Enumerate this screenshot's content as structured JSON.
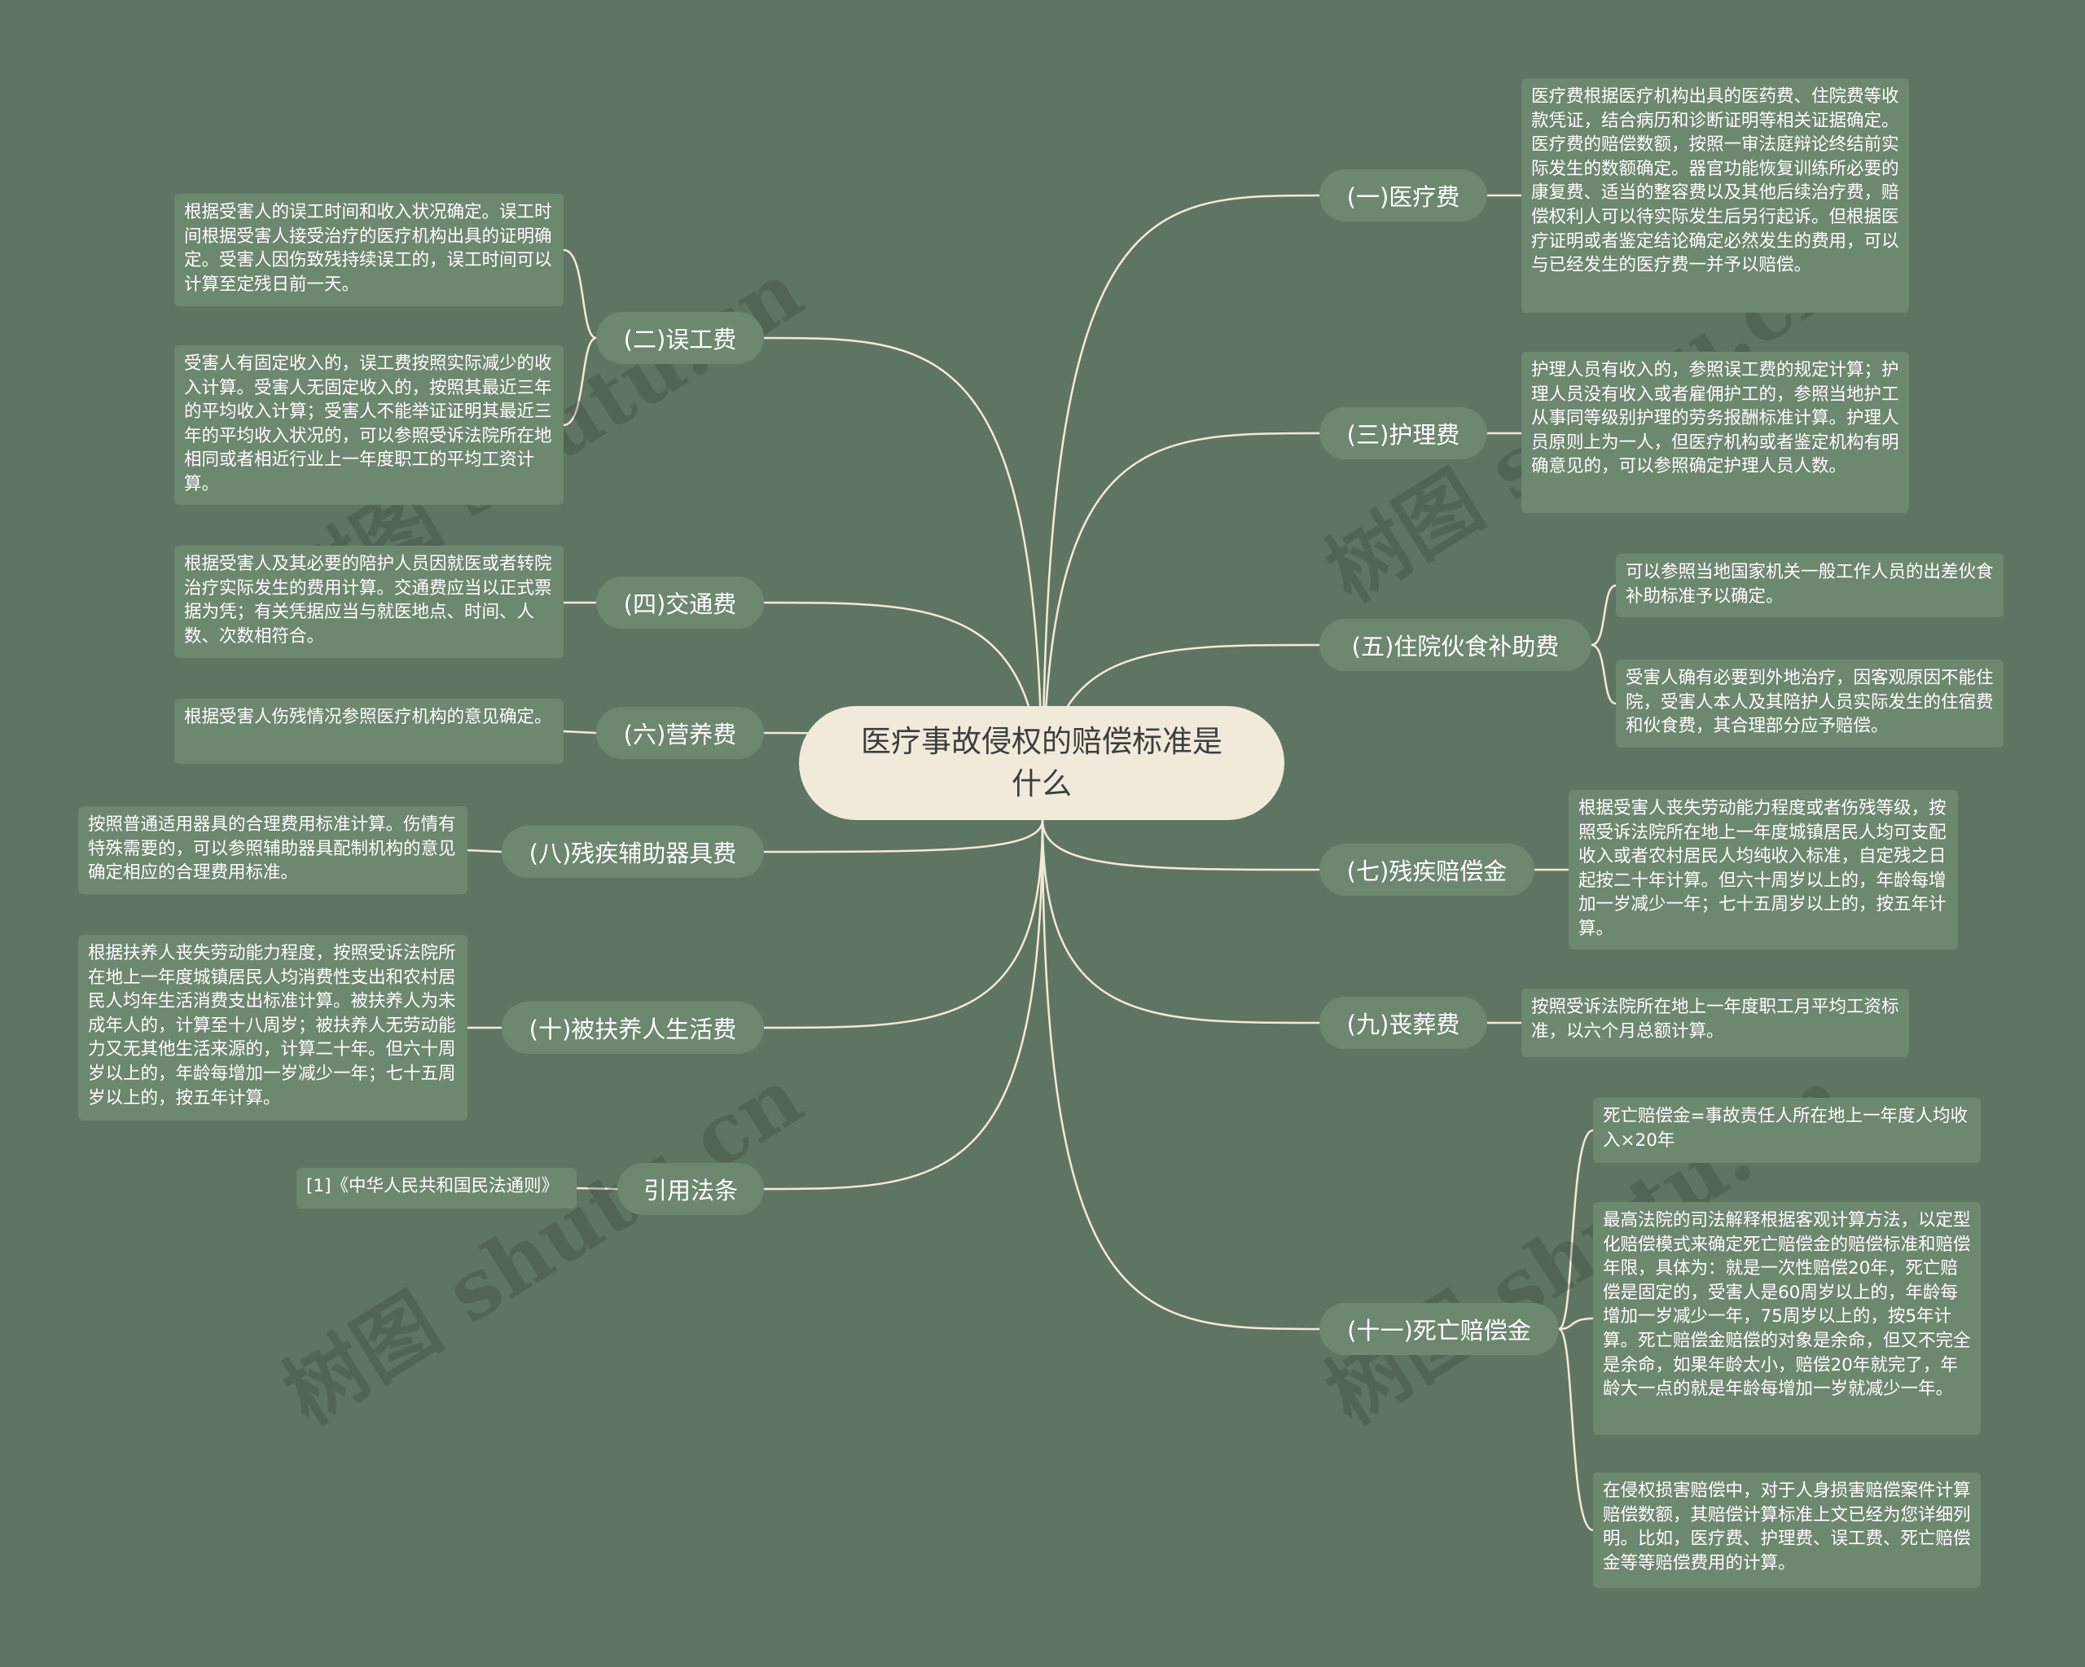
{
  "root": "医疗事故侵权的赔偿标准是什么",
  "branches": {
    "b1": {
      "label": "(一)医疗费",
      "leaves": [
        "医疗费根据医疗机构出具的医药费、住院费等收款凭证，结合病历和诊断证明等相关证据确定。医疗费的赔偿数额，按照一审法庭辩论终结前实际发生的数额确定。器官功能恢复训练所必要的康复费、适当的整容费以及其他后续治疗费，赔偿权利人可以待实际发生后另行起诉。但根据医疗证明或者鉴定结论确定必然发生的费用，可以与已经发生的医疗费一并予以赔偿。"
      ]
    },
    "b2": {
      "label": "(二)误工费",
      "leaves": [
        "根据受害人的误工时间和收入状况确定。误工时间根据受害人接受治疗的医疗机构出具的证明确定。受害人因伤致残持续误工的，误工时间可以计算至定残日前一天。",
        "受害人有固定收入的，误工费按照实际减少的收入计算。受害人无固定收入的，按照其最近三年的平均收入计算；受害人不能举证证明其最近三年的平均收入状况的，可以参照受诉法院所在地相同或者相近行业上一年度职工的平均工资计算。"
      ]
    },
    "b3": {
      "label": "(三)护理费",
      "leaves": [
        "护理人员有收入的，参照误工费的规定计算；护理人员没有收入或者雇佣护工的，参照当地护工从事同等级别护理的劳务报酬标准计算。护理人员原则上为一人，但医疗机构或者鉴定机构有明确意见的，可以参照确定护理人员人数。"
      ]
    },
    "b4": {
      "label": "(四)交通费",
      "leaves": [
        "根据受害人及其必要的陪护人员因就医或者转院治疗实际发生的费用计算。交通费应当以正式票据为凭；有关凭据应当与就医地点、时间、人数、次数相符合。"
      ]
    },
    "b5": {
      "label": "(五)住院伙食补助费",
      "leaves": [
        "可以参照当地国家机关一般工作人员的出差伙食补助标准予以确定。",
        "受害人确有必要到外地治疗，因客观原因不能住院，受害人本人及其陪护人员实际发生的住宿费和伙食费，其合理部分应予赔偿。"
      ]
    },
    "b6": {
      "label": "(六)营养费",
      "leaves": [
        "根据受害人伤残情况参照医疗机构的意见确定。"
      ]
    },
    "b7": {
      "label": "(七)残疾赔偿金",
      "leaves": [
        "根据受害人丧失劳动能力程度或者伤残等级，按照受诉法院所在地上一年度城镇居民人均可支配收入或者农村居民人均纯收入标准，自定残之日起按二十年计算。但六十周岁以上的，年龄每增加一岁减少一年；七十五周岁以上的，按五年计算。"
      ]
    },
    "b8": {
      "label": "(八)残疾辅助器具费",
      "leaves": [
        "按照普通适用器具的合理费用标准计算。伤情有特殊需要的，可以参照辅助器具配制机构的意见确定相应的合理费用标准。"
      ]
    },
    "b9": {
      "label": "(九)丧葬费",
      "leaves": [
        "按照受诉法院所在地上一年度职工月平均工资标准，以六个月总额计算。"
      ]
    },
    "b10": {
      "label": "(十)被扶养人生活费",
      "leaves": [
        "根据扶养人丧失劳动能力程度，按照受诉法院所在地上一年度城镇居民人均消费性支出和农村居民人均年生活消费支出标准计算。被扶养人为未成年人的，计算至十八周岁；被扶养人无劳动能力又无其他生活来源的，计算二十年。但六十周岁以上的，年龄每增加一岁减少一年；七十五周岁以上的，按五年计算。"
      ]
    },
    "b11": {
      "label": "(十一)死亡赔偿金",
      "leaves": [
        "死亡赔偿金=事故责任人所在地上一年度人均收入×20年",
        "最高法院的司法解释根据客观计算方法，以定型化赔偿模式来确定死亡赔偿金的赔偿标准和赔偿年限，具体为：就是一次性赔偿20年，死亡赔偿是固定的，受害人是60周岁以上的，年龄每增加一岁减少一年，75周岁以上的，按5年计算。死亡赔偿金赔偿的对象是余命，但又不完全是余命，如果年龄太小，赔偿20年就完了，年龄大一点的就是年龄每增加一岁就减少一年。",
        "在侵权损害赔偿中，对于人身损害赔偿案件计算赔偿数额，其赔偿计算标准上文已经为您详细列明。比如，医疗费、护理费、误工费、死亡赔偿金等等赔偿费用的计算。"
      ]
    },
    "b12": {
      "label": "引用法条",
      "leaves": [
        "[1]《中华人民共和国民法通则》"
      ]
    }
  },
  "watermark": "树图 shutu.cn",
  "colors": {
    "background": "#5f7563",
    "node": "#6d8770",
    "center": "#f1eadb",
    "line": "#f1eadb"
  }
}
